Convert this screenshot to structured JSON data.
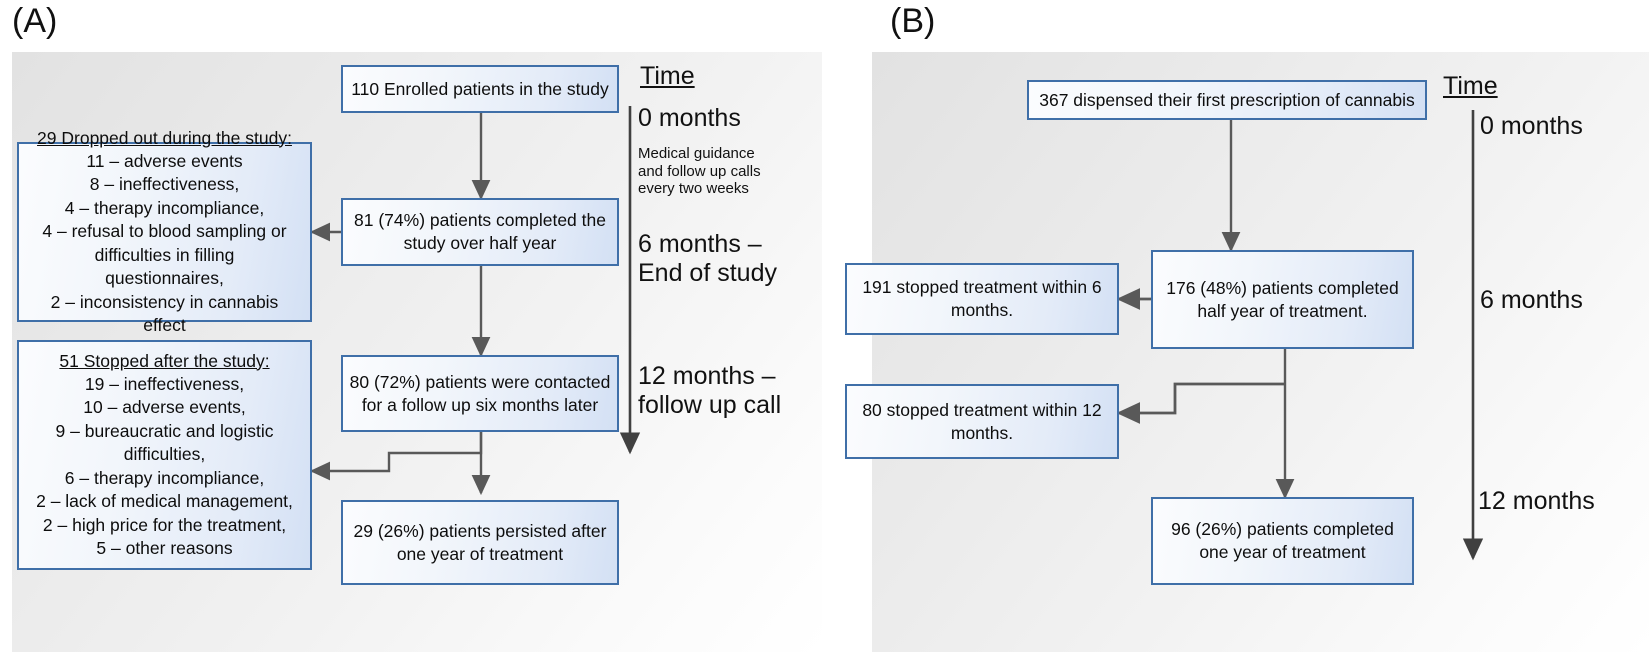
{
  "figure": {
    "panels": [
      {
        "label": "(A)",
        "boxes": {
          "enrolled": "110 Enrolled patients in the study",
          "completed_half_year": "81 (74%) patients completed the study over half year",
          "contacted_followup": "80 (72%) patients were contacted for a follow up six months later",
          "persisted": "29 (26%) patients persisted after one year of treatment",
          "dropped_title": "29 Dropped out during the study:",
          "dropped_items": [
            "11 –  adverse events",
            "8 – ineffectiveness,",
            "4 – therapy incompliance,",
            "4 – refusal to blood sampling or",
            "difficulties in filling",
            "questionnaires,",
            "2 – inconsistency in cannabis",
            "effect"
          ],
          "stopped_title": "51 Stopped after the study:",
          "stopped_items": [
            "19 – ineffectiveness,",
            "10 –  adverse events,",
            "9 – bureaucratic and logistic",
            "difficulties,",
            "6 – therapy incompliance,",
            "2 – lack of medical management,",
            "2 – high price for the treatment,",
            "5 – other reasons"
          ]
        },
        "time": {
          "title": "Time",
          "t0": "0 months",
          "note": "Medical guidance and follow up calls every two weeks",
          "t6": "6 months – End of study",
          "t12": "12 months – follow up call"
        }
      },
      {
        "label": "(B)",
        "boxes": {
          "dispensed": "367 dispensed their  first prescription of cannabis",
          "completed_half_year": "176 (48%) patients completed half year of treatment.",
          "stopped_6": "191 stopped treatment within 6 months.",
          "stopped_12": "80 stopped treatment within 12 months.",
          "completed_one_year": "96 (26%) patients completed one year of treatment"
        },
        "time": {
          "title": "Time",
          "t0": "0 months",
          "t6": "6 months",
          "t12": "12 months"
        }
      }
    ],
    "colors": {
      "box_border": "#3f6fa8",
      "box_fill_light": "#fbfcfe",
      "box_fill_blue": "#d3e0f4",
      "panel_bg": "#ededed",
      "connector": "#595959",
      "text": "#0d0d0d"
    }
  }
}
